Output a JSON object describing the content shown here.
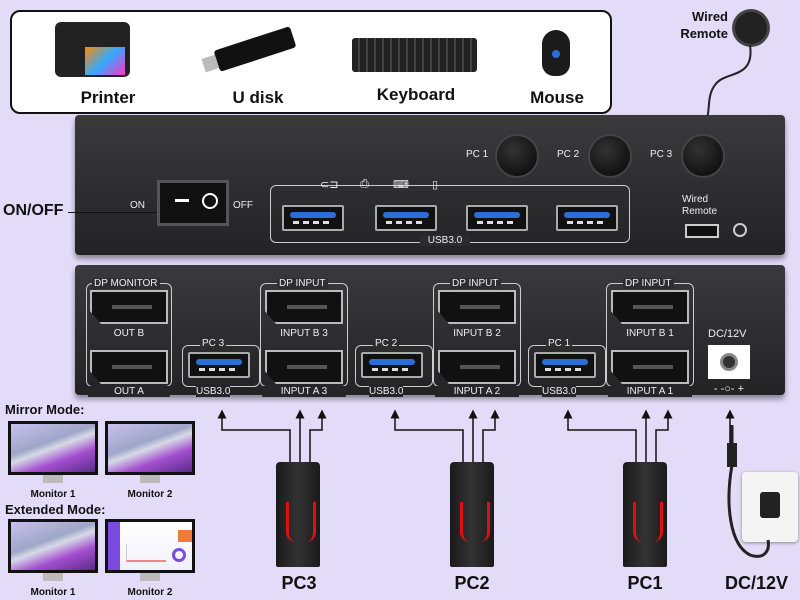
{
  "peripherals": {
    "items": [
      {
        "label": "Printer",
        "icon": "printer-icon"
      },
      {
        "label": "U disk",
        "icon": "usb-drive-icon"
      },
      {
        "label": "Keyboard",
        "icon": "keyboard-icon"
      },
      {
        "label": "Mouse",
        "icon": "mouse-icon"
      }
    ]
  },
  "wired_remote_top": {
    "line1": "Wired",
    "line2": "Remote"
  },
  "front": {
    "power_label": "ON/OFF",
    "on": "ON",
    "off": "OFF",
    "usb_label": "USB3.0",
    "buttons": [
      "PC 1",
      "PC 2",
      "PC 3"
    ],
    "remote_line1": "Wired",
    "remote_line2": "Remote"
  },
  "rear": {
    "monitor": {
      "top": "DP MONITOR",
      "out_b": "OUT B",
      "out_a": "OUT A"
    },
    "groups": [
      {
        "pc": "PC 3",
        "usb": "USB3.0",
        "dp": "DP INPUT",
        "b": "INPUT B 3",
        "a": "INPUT A 3"
      },
      {
        "pc": "PC 2",
        "usb": "USB3.0",
        "dp": "DP INPUT",
        "b": "INPUT B 2",
        "a": "INPUT A 2"
      },
      {
        "pc": "PC 1",
        "usb": "USB3.0",
        "dp": "DP INPUT",
        "b": "INPUT B 1",
        "a": "INPUT A 1"
      }
    ],
    "dc": "DC/12V",
    "polarity": "- -○- +"
  },
  "computers": [
    "PC3",
    "PC2",
    "PC1"
  ],
  "power_adapter": "DC/12V",
  "modes": {
    "mirror": "Mirror Mode:",
    "extended": "Extended Mode:",
    "monitor1": "Monitor 1",
    "monitor2": "Monitor 2"
  },
  "colors": {
    "background": "#e2dcf8",
    "panel": "#2b2b2d",
    "usb_blue": "#2a6fd8",
    "accent_red": "#d11111"
  }
}
